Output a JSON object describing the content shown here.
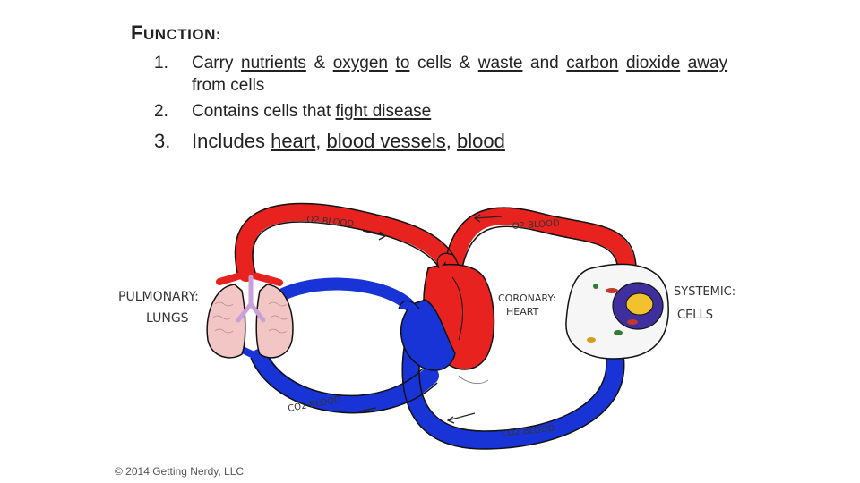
{
  "title": {
    "first_letter": "F",
    "rest": "UNCTION:"
  },
  "list": [
    {
      "num": "1.",
      "parts": [
        "Carry",
        "nutrients",
        "&",
        "oxygen",
        "to",
        "cells",
        "&",
        "waste",
        "and",
        "carbon",
        "dioxide",
        "away",
        "from cells"
      ]
    },
    {
      "num": "2.",
      "parts": [
        "Contains cells that",
        "fight disease"
      ]
    },
    {
      "num": "3.",
      "parts": [
        "Includes",
        "heart",
        ",",
        "blood vessels",
        ",",
        "blood"
      ]
    }
  ],
  "diagram": {
    "labels": {
      "o2_blood_left": "O2 BLOOD",
      "o2_blood_right": "O2 BLOOD",
      "co2_blood_left": "CO2 BLOOD",
      "co2_blood_right": "CO2 BLOOD",
      "pulmonary": "PULMONARY:",
      "lungs": "LUNGS",
      "coronary": "CORONARY:",
      "heart": "HEART",
      "systemic": "SYSTEMIC:",
      "cells": "CELLS"
    },
    "colors": {
      "oxygenated": "#e8231f",
      "deoxygenated": "#1833d6",
      "lung_pink": "#f3c6c6",
      "nucleus": "#f2c12e",
      "cell_purple": "#3f2f9e"
    }
  },
  "copyright": "© 2014 Getting Nerdy, LLC"
}
